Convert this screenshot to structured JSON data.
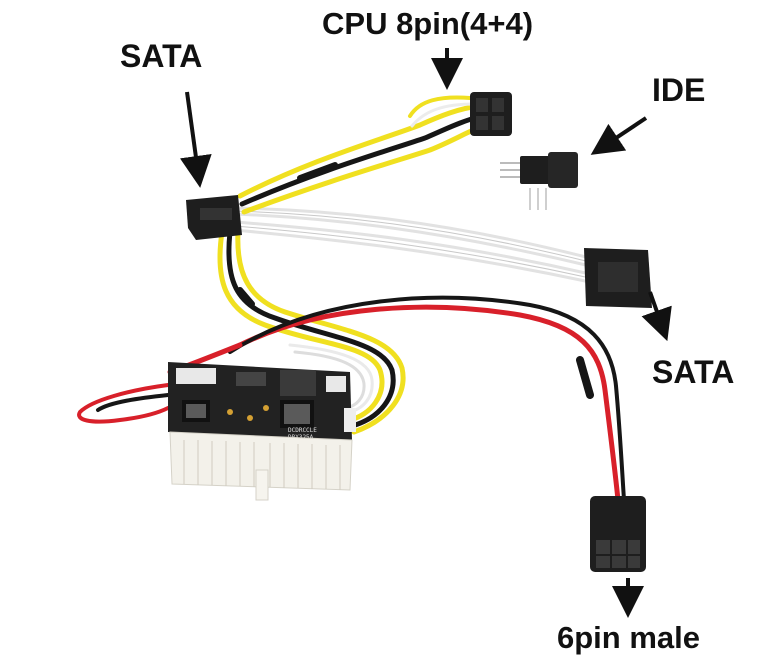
{
  "labels": {
    "cpu_8pin": "CPU 8pin(4+4)",
    "sata_top": "SATA",
    "ide": "IDE",
    "sata_right": "SATA",
    "six_pin_male": "6pin male"
  },
  "board": {
    "line1": "DCDRCCLE",
    "line2": "DBX325A"
  },
  "colors": {
    "background": "#ffffff",
    "wire_yellow": "#f0e020",
    "wire_black": "#161616",
    "wire_red": "#d8202a",
    "wire_white": "#f4f4f4",
    "connector_black": "#1e1e1e",
    "pcb": "#222222",
    "atx_connector": "#f3f1ea"
  }
}
